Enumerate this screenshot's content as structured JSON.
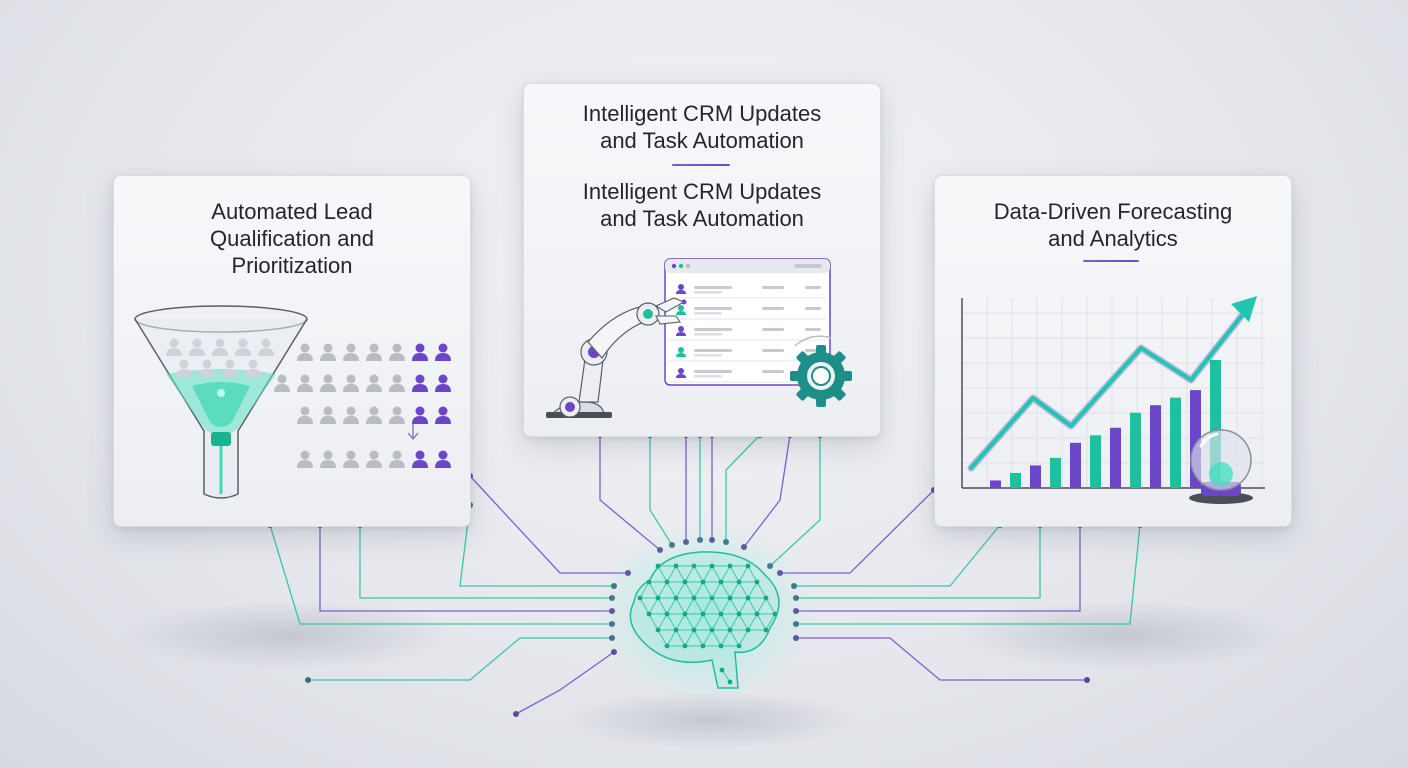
{
  "cards": {
    "left": {
      "title": "Automated Lead\nQualification and\nPrioritization"
    },
    "center": {
      "title": "Intelligent CRM Updates\nand Task Automation",
      "subtitle": "Intelligent CRM Updates\nand Task Automation"
    },
    "right": {
      "title": "Data-Driven Forecasting\nand Analytics",
      "chart_values": [
        1,
        2,
        3,
        4,
        6,
        7,
        8,
        10,
        11,
        12,
        13,
        17
      ]
    }
  },
  "colors": {
    "teal": "#1fbf9f",
    "purple": "#6b46c8",
    "grey_person": "#b9bcc4",
    "text": "#23262d"
  },
  "icons": [
    "funnel-icon",
    "person-icon",
    "robot-arm-icon",
    "crm-window-icon",
    "gear-icon",
    "bar-chart-icon",
    "trend-arrow-icon",
    "crystal-ball-icon",
    "brain-network-icon"
  ]
}
